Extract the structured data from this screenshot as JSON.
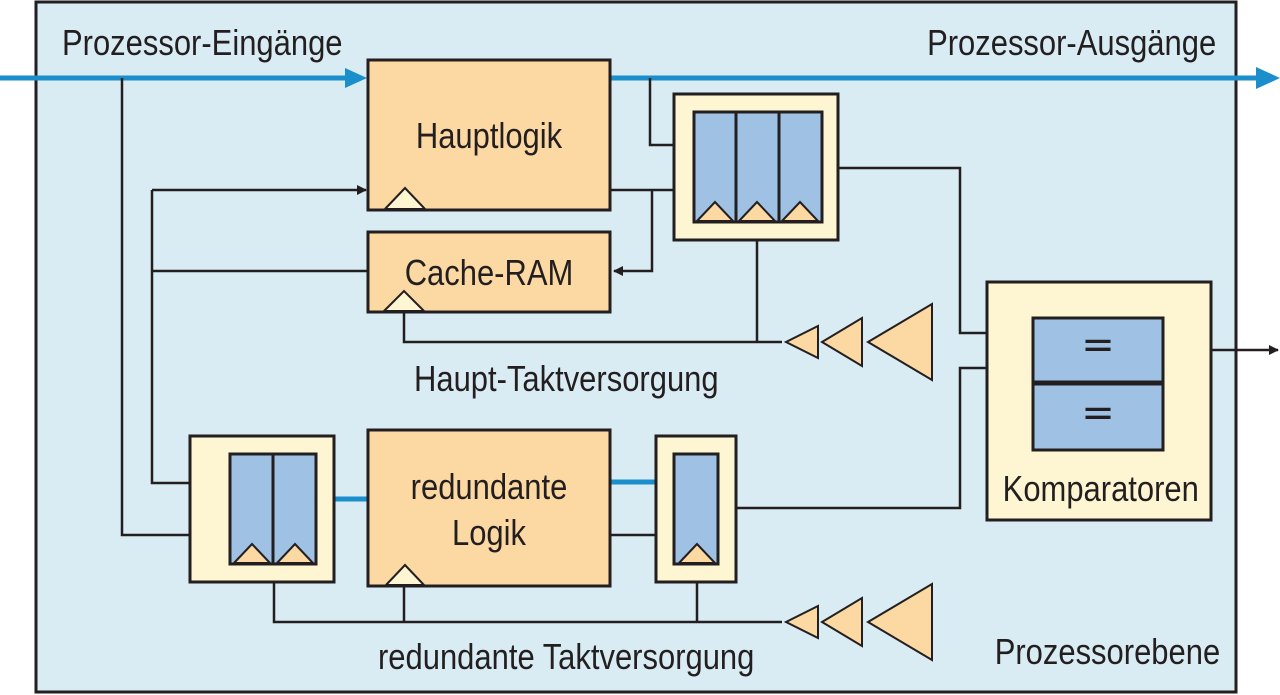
{
  "labels": {
    "inputs": "Prozessor-Eingänge",
    "outputs": "Prozessor-Ausgänge",
    "main_logic": "Hauptlogik",
    "cache": "Cache-RAM",
    "main_clock": "Haupt-Taktversorgung",
    "redundant_logic_line1": "redundante",
    "redundant_logic_line2": "Logik",
    "redundant_clock": "redundante Taktversorgung",
    "comparators": "Komparatoren",
    "comparator_symbol": "=",
    "plane": "Prozessorebene"
  },
  "colors": {
    "plane_fill": "#d9ebf3",
    "logic_fill": "#fcd8a2",
    "frame_fill": "#fef6d2",
    "register_fill": "#9fc2e4",
    "bus_blue": "#1b8fcb",
    "line": "#231f20"
  }
}
